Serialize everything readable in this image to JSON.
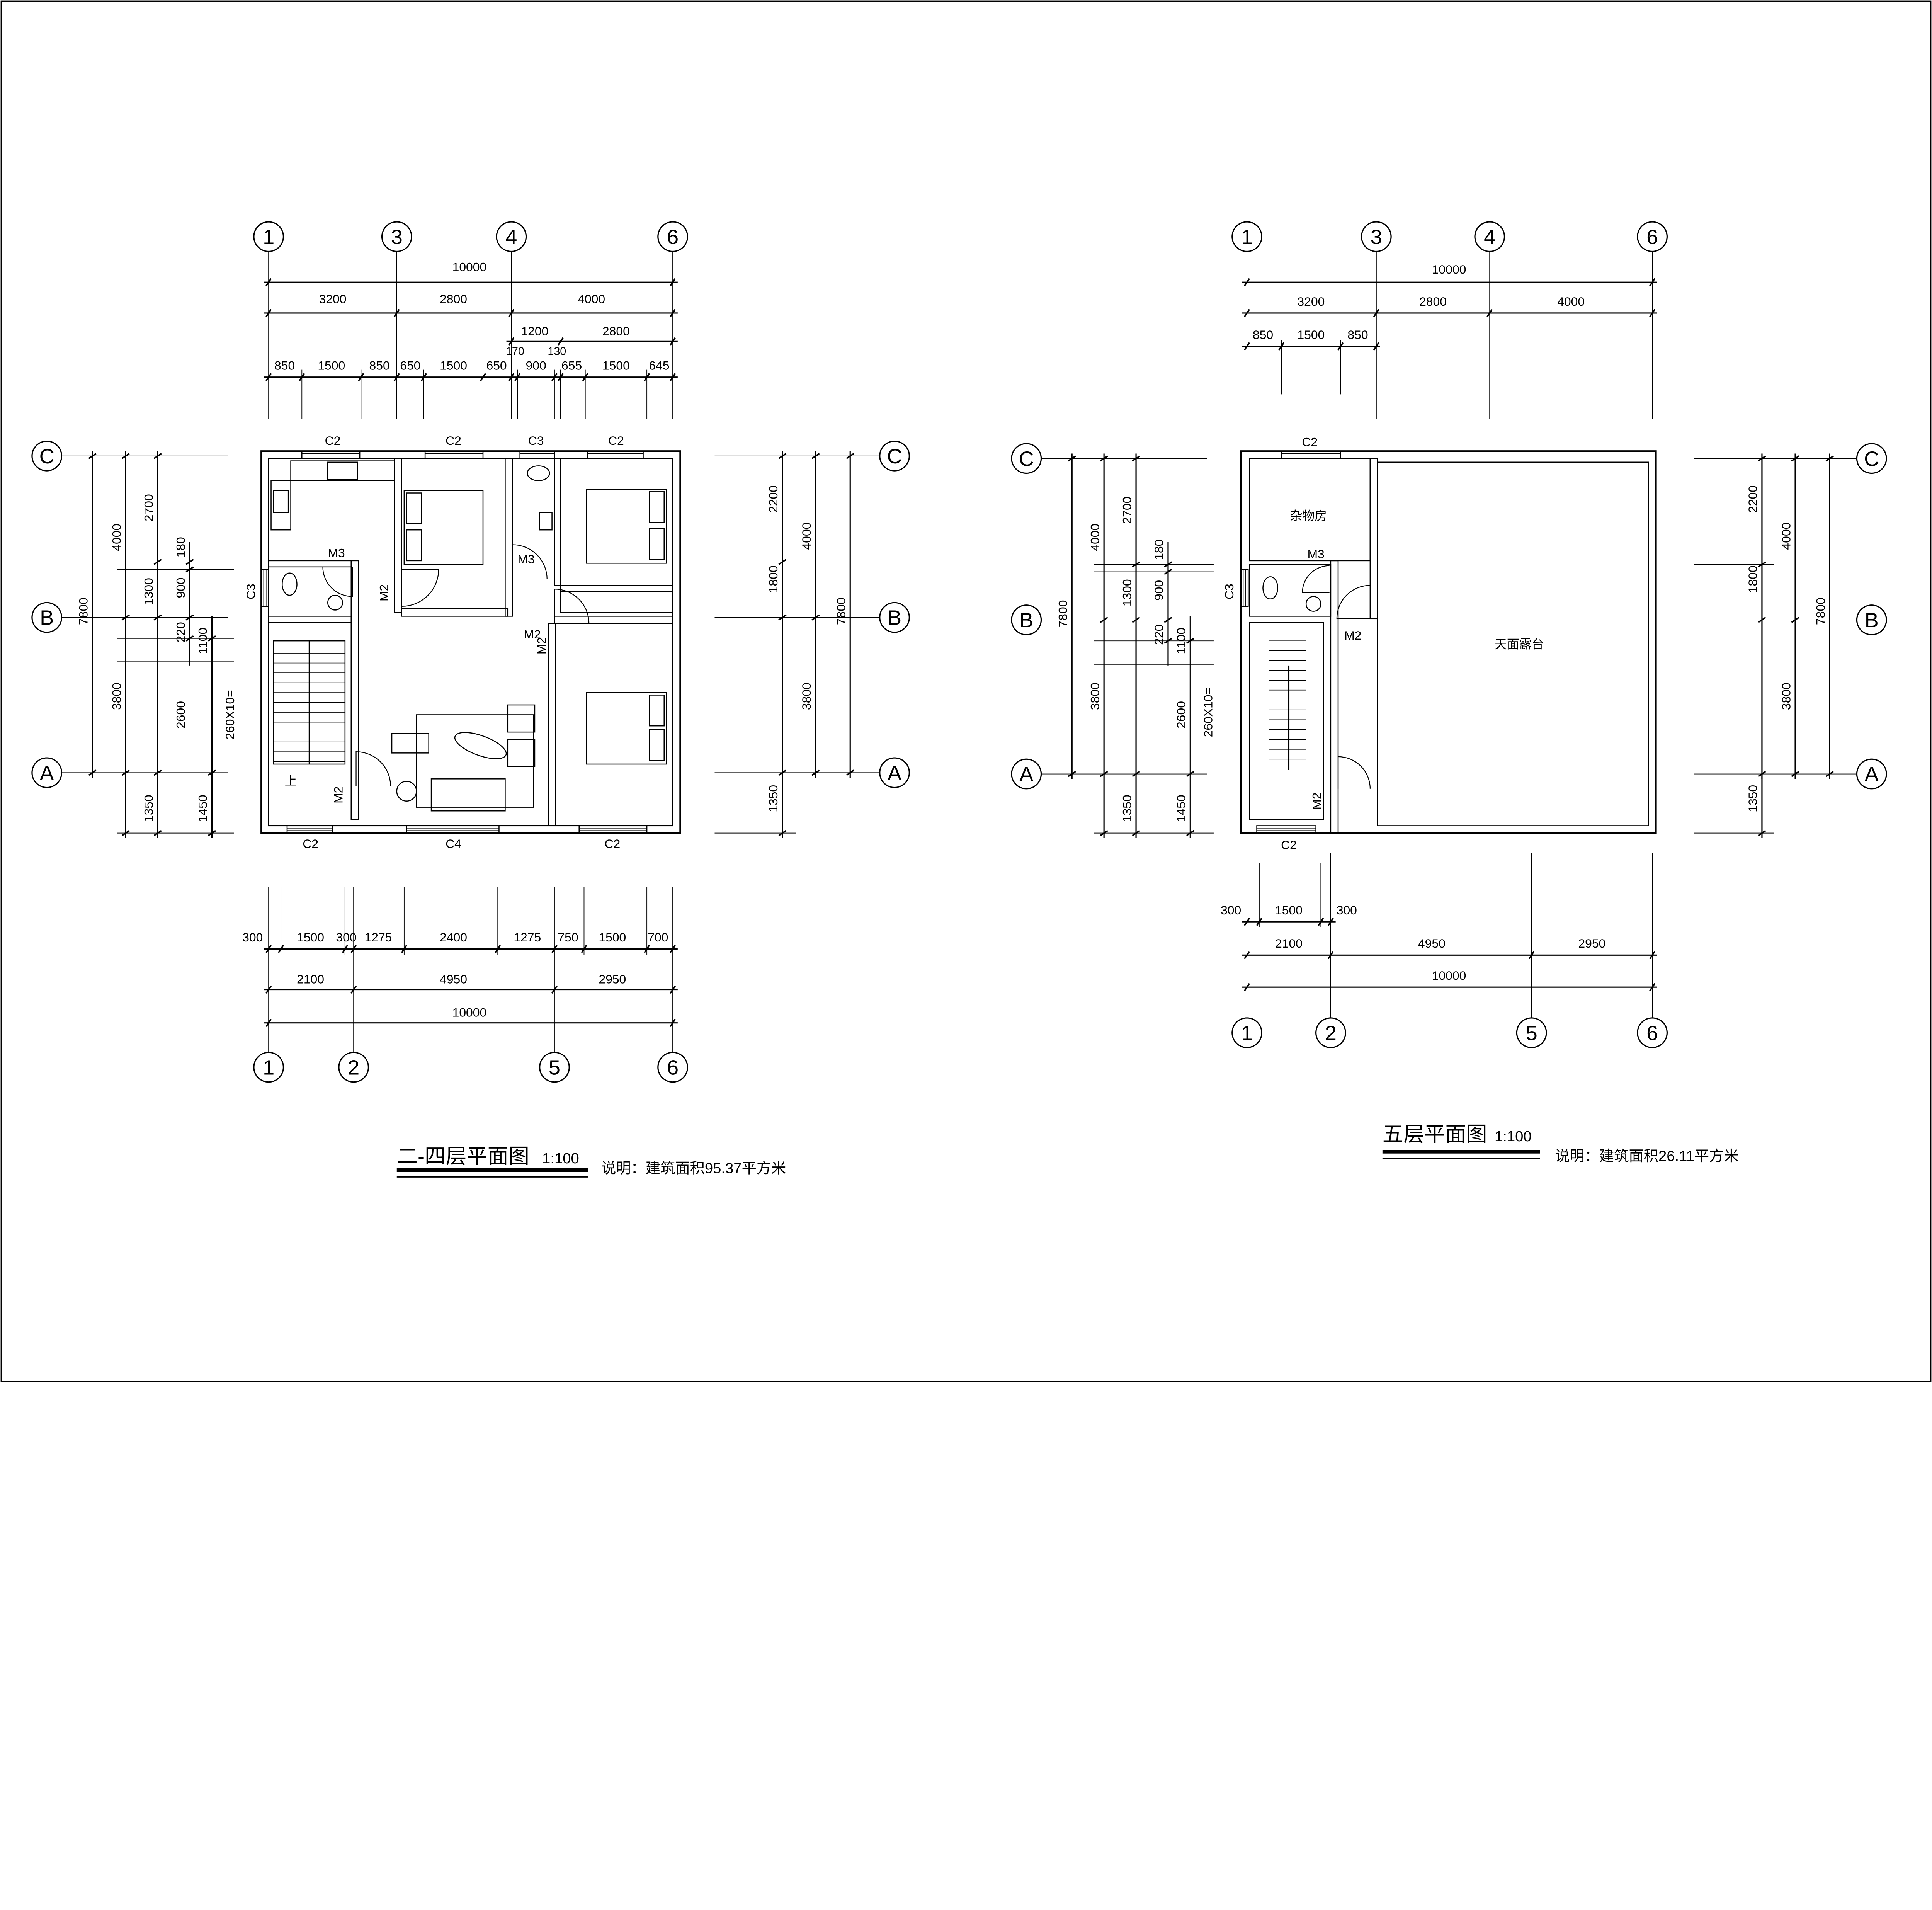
{
  "drawing": {
    "background": "#ffffff",
    "line_color": "#000000"
  },
  "left_plan": {
    "title": "二-四层平面图",
    "scale": "1:100",
    "note": "说明：建筑面积95.37平方米",
    "axes_top": [
      "1",
      "3",
      "4",
      "6"
    ],
    "axes_bottom": [
      "1",
      "2",
      "5",
      "6"
    ],
    "axes_left": [
      "C",
      "B",
      "A"
    ],
    "axes_right": [
      "C",
      "B",
      "A"
    ],
    "dims_top": [
      "10000",
      "3200",
      "2800",
      "4000",
      "1200",
      "2800",
      "170",
      "130",
      "850",
      "1500",
      "850",
      "650",
      "1500",
      "650",
      "900",
      "655",
      "1500",
      "645"
    ],
    "dims_bottom": [
      "300",
      "1500",
      "300",
      "1275",
      "2400",
      "1275",
      "750",
      "1500",
      "700",
      "2100",
      "4950",
      "2950",
      "10000"
    ],
    "dims_left": [
      "7800",
      "4000",
      "2700",
      "180",
      "1300",
      "900",
      "220",
      "1100",
      "3800",
      "2600",
      "260X10=",
      "1350",
      "1450"
    ],
    "dims_right": [
      "2200",
      "4000",
      "1800",
      "7800",
      "3800",
      "1350"
    ],
    "labels": [
      "C2",
      "C2",
      "C3",
      "C2",
      "C3",
      "M3",
      "M2",
      "M3",
      "M2",
      "M2",
      "M2",
      "上",
      "C2",
      "C4",
      "C2"
    ]
  },
  "right_plan": {
    "title": "五层平面图",
    "scale": "1:100",
    "note": "说明：建筑面积26.11平方米",
    "axes_top": [
      "1",
      "3",
      "4",
      "6"
    ],
    "axes_bottom": [
      "1",
      "2",
      "5",
      "6"
    ],
    "axes_left": [
      "C",
      "B",
      "A"
    ],
    "axes_right": [
      "C",
      "B",
      "A"
    ],
    "dims_top": [
      "10000",
      "3200",
      "2800",
      "4000",
      "850",
      "1500",
      "850"
    ],
    "dims_bottom": [
      "300",
      "1500",
      "300",
      "2100",
      "4950",
      "2950",
      "10000"
    ],
    "dims_left": [
      "7800",
      "4000",
      "2700",
      "180",
      "1300",
      "900",
      "220",
      "1100",
      "3800",
      "2600",
      "260X10=",
      "1350",
      "1450"
    ],
    "dims_right": [
      "2200",
      "4000",
      "1800",
      "7800",
      "3800",
      "1350"
    ],
    "labels": [
      "C2",
      "C3",
      "杂物房",
      "M3",
      "M2",
      "天面露台",
      "M2",
      "C2"
    ]
  }
}
